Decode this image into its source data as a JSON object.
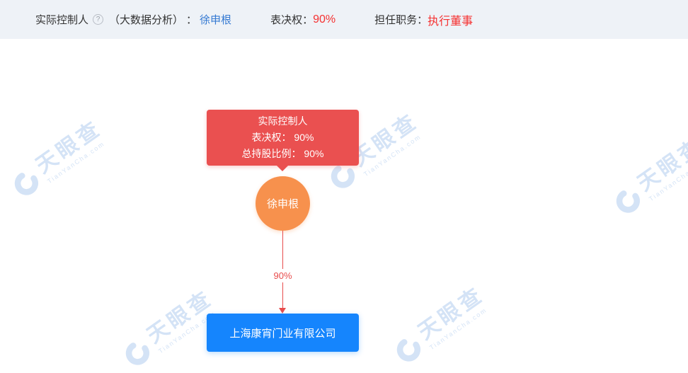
{
  "header": {
    "controller_label": "实际控制人",
    "info_icon": "?",
    "analysis_label": "（大数据分析）",
    "colon": "：",
    "controller_name": "徐申根",
    "voting_label": "表决权：",
    "voting_value": "90%",
    "position_label": "担任职务：",
    "position_value": "执行董事"
  },
  "diagram": {
    "info_box": {
      "line1": "实际控制人",
      "line2": "表决权： 90%",
      "line3": "总持股比例： 90%"
    },
    "person_name": "徐申根",
    "edge_label": "90%",
    "company_name": "上海康宵门业有限公司"
  },
  "watermark": {
    "brand": "天眼查",
    "domain": "TianYanCha.com"
  },
  "colors": {
    "header_bg": "#eef2f7",
    "accent_red": "#ea5050",
    "accent_orange": "#f7914d",
    "accent_blue": "#1585fd",
    "link_blue": "#3479d2",
    "text_red": "#f53131",
    "watermark_blue": "rgba(99,156,224,0.28)"
  }
}
